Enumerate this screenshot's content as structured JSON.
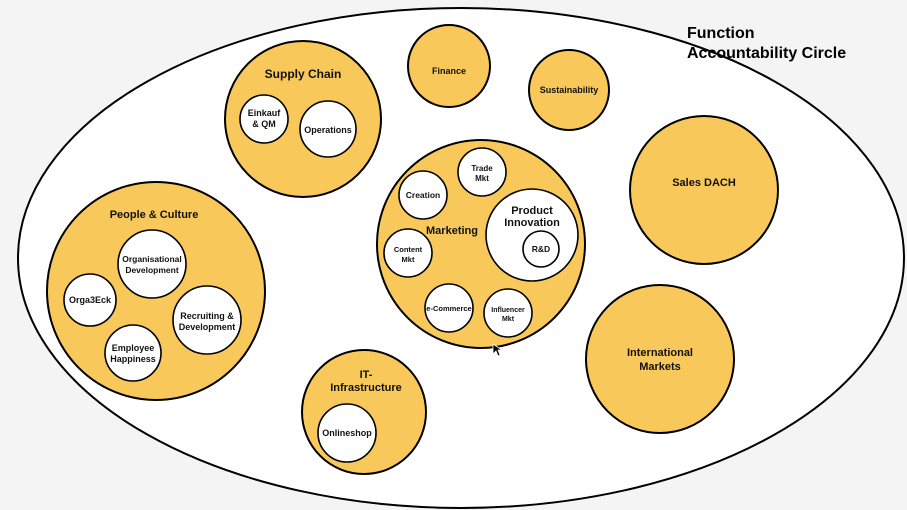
{
  "title": {
    "line1": "Function",
    "line2": "Accountability Circle"
  },
  "colors": {
    "circle_fill": "#f8c95a",
    "inner_fill": "#ffffff",
    "stroke": "#000000"
  },
  "circles": {
    "supply_chain": "Supply Chain",
    "einkauf_line1": "Einkauf",
    "einkauf_line2": "& QM",
    "operations": "Operations",
    "finance": "Finance",
    "sustainability": "Sustainability",
    "sales_dach": "Sales DACH",
    "international_line1": "International",
    "international_line2": "Markets",
    "people_culture": "People & Culture",
    "org_dev_line1": "Organisational",
    "org_dev_line2": "Development",
    "orga3eck": "Orga3Eck",
    "recruiting_line1": "Recruiting &",
    "recruiting_line2": "Development",
    "employee_line1": "Employee",
    "employee_line2": "Happiness",
    "marketing": "Marketing",
    "trade_line1": "Trade",
    "trade_line2": "Mkt",
    "creation": "Creation",
    "content_line1": "Content",
    "content_line2": "Mkt",
    "product_innovation_line1": "Product",
    "product_innovation_line2": "Innovation",
    "rnd": "R&D",
    "ecommerce": "e-Commerce",
    "influencer_line1": "Influencer",
    "influencer_line2": "Mkt",
    "it_line1": "IT-",
    "it_line2": "Infrastructure",
    "onlineshop": "Onlineshop"
  }
}
